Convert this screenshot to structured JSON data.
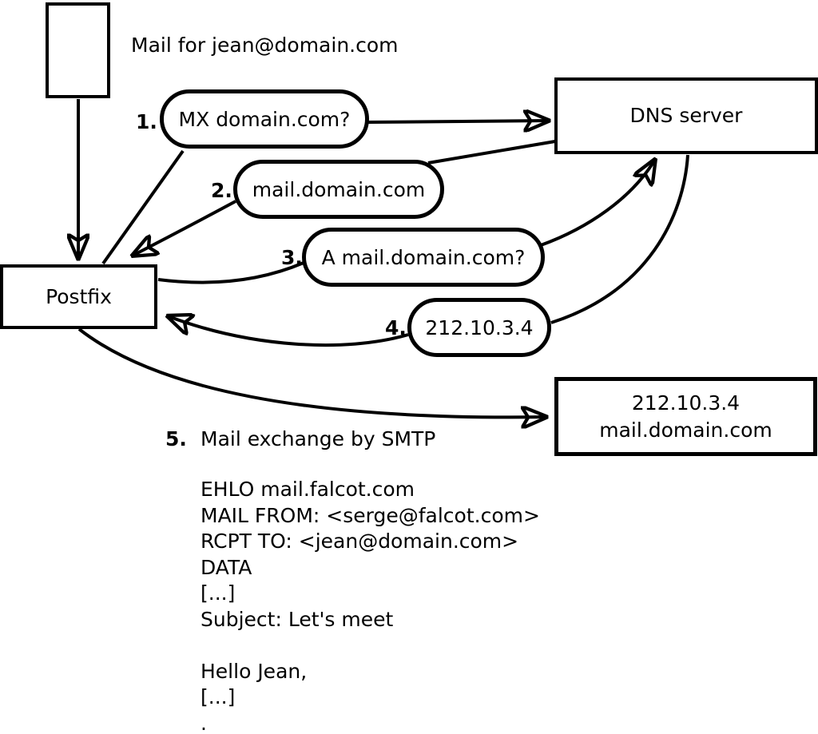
{
  "title": "Mail for jean@domain.com",
  "nodes": {
    "postfix": "Postfix",
    "dns_server": "DNS server",
    "mail_server": {
      "line1": "212.10.3.4",
      "line2": "mail.domain.com"
    }
  },
  "steps": [
    {
      "num": "1.",
      "label": "MX domain.com?"
    },
    {
      "num": "2.",
      "label": "mail.domain.com"
    },
    {
      "num": "3.",
      "label": "A mail.domain.com?"
    },
    {
      "num": "4.",
      "label": "212.10.3.4"
    },
    {
      "num": "5.",
      "label": "Mail exchange by SMTP"
    }
  ],
  "smtp_session": {
    "lines": [
      "EHLO mail.falcot.com",
      "MAIL FROM: <serge@falcot.com>",
      "RCPT TO: <jean@domain.com>",
      "DATA",
      "[...]",
      "Subject: Let's meet",
      "",
      "Hello Jean,",
      "[...]",
      "."
    ]
  },
  "colors": {
    "ink": "#000000",
    "background": "#ffffff"
  }
}
